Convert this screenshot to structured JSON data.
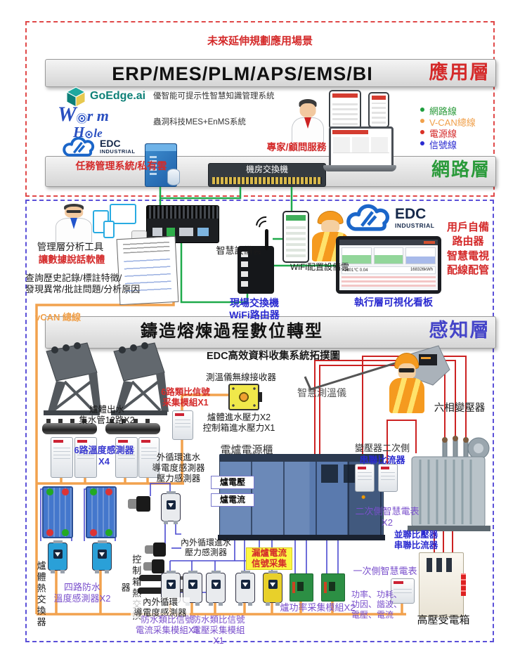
{
  "title": "未來延伸規劃應用場景",
  "app_layer": {
    "systems": "ERP/MES/PLM/APS/EMS/BI",
    "label": "應用層"
  },
  "products": {
    "goedge_name": "GoEdge.ai",
    "goedge_desc": "優智能可提示性智慧知識管理系統",
    "wormhole_desc": "蟲洞科技MES+EnMS系統",
    "edc_name": "EDC",
    "edc_sub": "INDUSTRIAL"
  },
  "network_layer": {
    "label": "網路層",
    "task_system": "任務管理系統/私有雲",
    "switch_label": "機房交換機",
    "expert": "專家/顧問服務",
    "legend": [
      {
        "label": "網路線",
        "color": "#1e9e3e"
      },
      {
        "label": "V-CAN總線",
        "color": "#f0a04a"
      },
      {
        "label": "電源線",
        "color": "#d93025"
      },
      {
        "label": "信號線",
        "color": "#2a2ad0"
      }
    ]
  },
  "edge_layer": {
    "analysis_tool": "管理層分析工具",
    "data_talk": "讓數據說話軟體",
    "query_note": "查詢歷史記錄/標註特徵/\n發現異常/批註問題/分析原因",
    "smart_device_cloud": "智慧設備雲",
    "field_switch": "現場交換機\nWiFi路由器",
    "wifi_config": "WiFi配置設備雲",
    "edc_name": "EDC",
    "edc_sub": "INDUSTRIAL",
    "user_note": "用戶自備\n路由器\n智慧電視\n配線配管",
    "dashboard_label": "執行層可視化看板",
    "reading_temp": "1601℃  0.04",
    "reading_energy": "168326kWh"
  },
  "perception_layer": {
    "vcan": "vCAN 總線",
    "label": "感知層",
    "bar_title": "鑄造熔煉過程數位轉型",
    "subtitle": "EDC高效資料收集系統拓撲圖",
    "labels": {
      "receiver": "測溫儀無線接收器",
      "pyrometer": "智慧測溫儀",
      "six_phase_xfmr": "六相變壓器",
      "furnace_outlet": "爐體出水\n集水管12路X2",
      "analog6": "6路類比信號\n采集模組X1",
      "temp6": "6路溫度感測器X4",
      "outer_circ": "外循環進水\n導電度感測器\n壓力感測器",
      "inlet_pressure": "爐體進水壓力X2\n控制箱進水壓力X1",
      "power_cabinet": "電爐電源櫃",
      "furnace_voltage": "爐電壓",
      "furnace_current": "爐電流",
      "xfmr_secondary": "變壓器二次側",
      "series_ct": "串聯比流器",
      "meter_secondary": "二次側智慧電表X2",
      "parallel_pt": "並聯比壓器\n串聯比流器",
      "meter_primary": "一次側智慧電表",
      "meter_params": "功率、功耗、\n功因、諧波、\n電壓、電流",
      "hv_box": "高壓受電箱",
      "power_collect": "爐功率采集模組X2",
      "leak_current": "漏爐電流\n信號采集",
      "temp4": "四路防水\n溫度感測器X2",
      "hx_furnace": "爐體熱交換器",
      "hx_control": "控制箱熱交換器",
      "inner_pressure": "內外循環進水\n壓力感測器",
      "inner_conductivity": "內外循環\n導電度感測器",
      "current_module": "防水類比信號\n電流采集模組X3",
      "voltage_module": "防水類比信號\n電壓采集模組X1"
    }
  }
}
